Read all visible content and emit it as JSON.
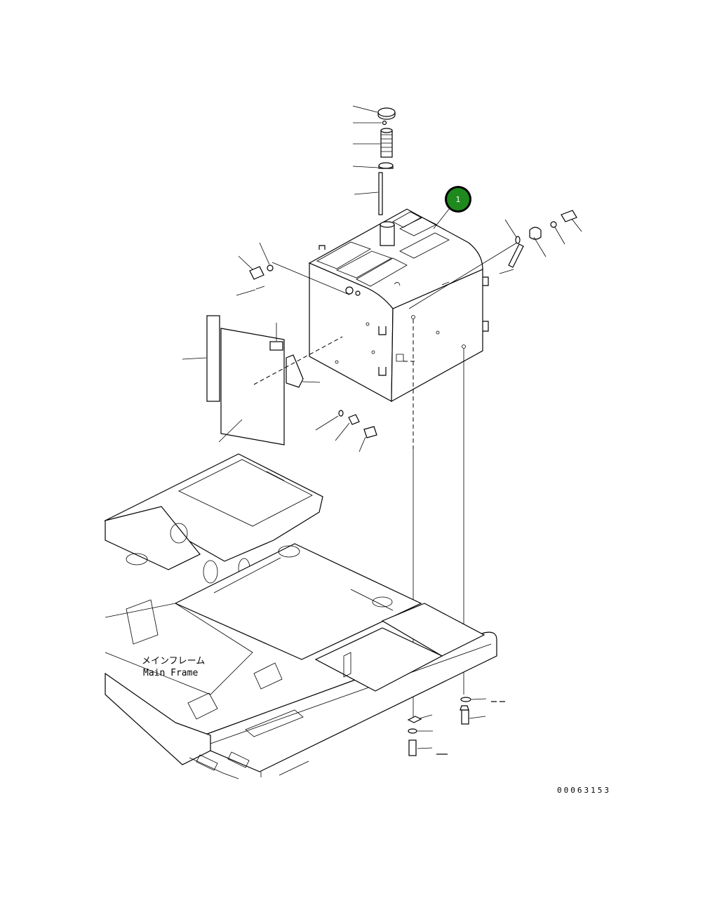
{
  "callout": {
    "number": "1",
    "color": "#1e8a1e",
    "ring_color": "#000000"
  },
  "frame_label": {
    "japanese": "メインフレーム",
    "english": "Main Frame"
  },
  "document_number": "00063153",
  "colors": {
    "line": "#000000",
    "background": "#ffffff"
  }
}
